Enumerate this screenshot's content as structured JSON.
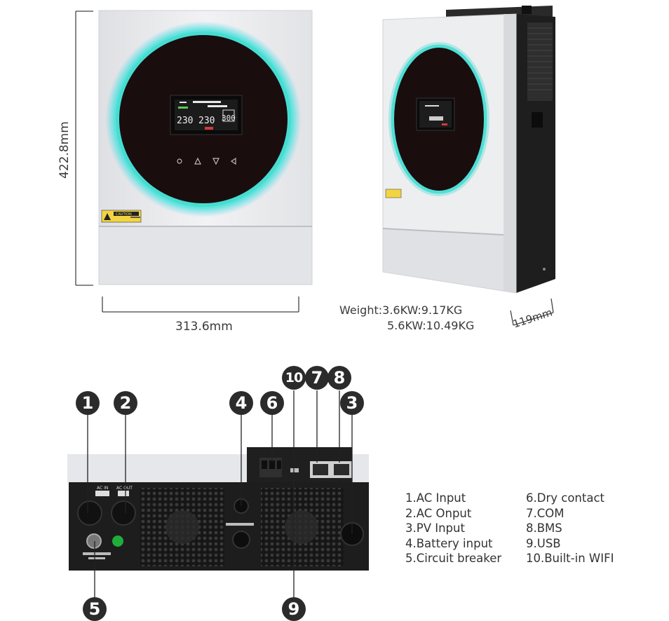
{
  "dimensions": {
    "height": "422.8mm",
    "width": "313.6mm",
    "depth": "119mm"
  },
  "weight": {
    "line1": "Weight:3.6KW:9.17KG",
    "line2": "5.6KW:10.49KG"
  },
  "front_panel": {
    "caution_label": "CAUTION",
    "display_readings": [
      "230",
      "230",
      "300"
    ]
  },
  "callouts": [
    "1",
    "2",
    "3",
    "4",
    "5",
    "6",
    "7",
    "8",
    "9",
    "10"
  ],
  "legend": {
    "left": [
      "1.AC Input",
      "2.AC Onput",
      "3.PV Input",
      "4.Battery input",
      "5.Circuit breaker"
    ],
    "right": [
      "6.Dry contact",
      "7.COM",
      "8.BMS",
      "9.USB",
      "10.Built-in WIFI"
    ]
  },
  "rear_labels": {
    "ac_in": "AC IN",
    "ac_out": "AC OUT"
  },
  "colors": {
    "ring_glow": "#3fd8d0",
    "body": "#e9eaec",
    "rear_panel": "#1d1d1d"
  }
}
